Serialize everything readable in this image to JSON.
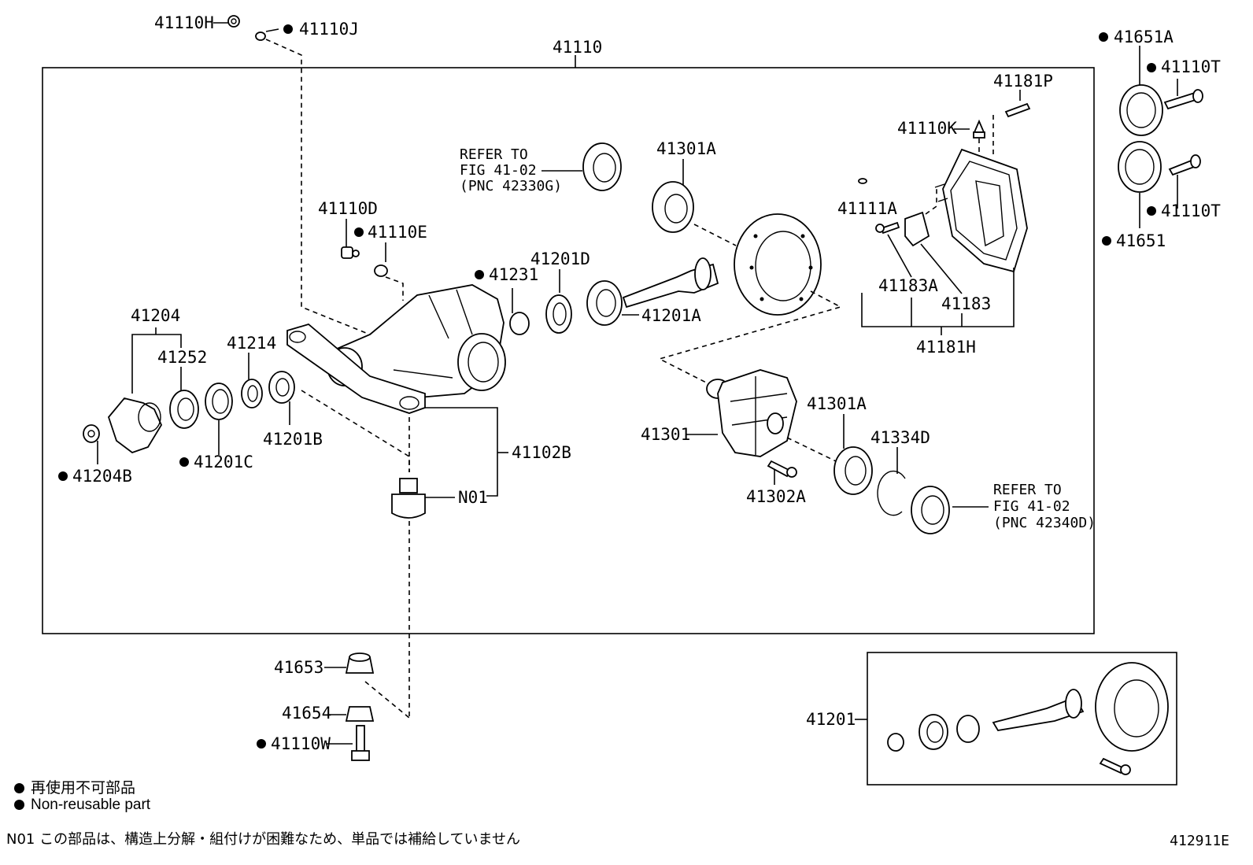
{
  "labels": {
    "l41110H": "41110H",
    "l41110J": "41110J",
    "l41110": "41110",
    "l41651A": "41651A",
    "l41110T_top": "41110T",
    "l41110T_bot": "41110T",
    "l41651": "41651",
    "l41181P": "41181P",
    "l41110K": "41110K",
    "l41111A": "41111A",
    "l41183A": "41183A",
    "l41183": "41183",
    "l41181H": "41181H",
    "l41301A_top": "41301A",
    "l41110D": "41110D",
    "l41110E": "41110E",
    "l41231": "41231",
    "l41201D": "41201D",
    "l41201A": "41201A",
    "l41204": "41204",
    "l41252": "41252",
    "l41214": "41214",
    "l41201B": "41201B",
    "l41201C": "41201C",
    "l41204B": "41204B",
    "l41102B": "41102B",
    "lN01": "N01",
    "l41301": "41301",
    "l41301A_bot": "41301A",
    "l41334D": "41334D",
    "l41302A": "41302A",
    "l41653": "41653",
    "l41654": "41654",
    "l41110W": "41110W",
    "l41201": "41201"
  },
  "refer_top": [
    "REFER TO",
    "FIG 41-02",
    "(PNC 42330G)"
  ],
  "refer_bottom": [
    "REFER TO",
    "FIG 41-02",
    "(PNC 42340D)"
  ],
  "legend": {
    "jp": "再使用不可部品",
    "en": "Non-reusable part"
  },
  "note_n01": "N01 この部品は、構造上分解・組付けが困難なため、単品では補給していません",
  "figure_id": "412911E"
}
